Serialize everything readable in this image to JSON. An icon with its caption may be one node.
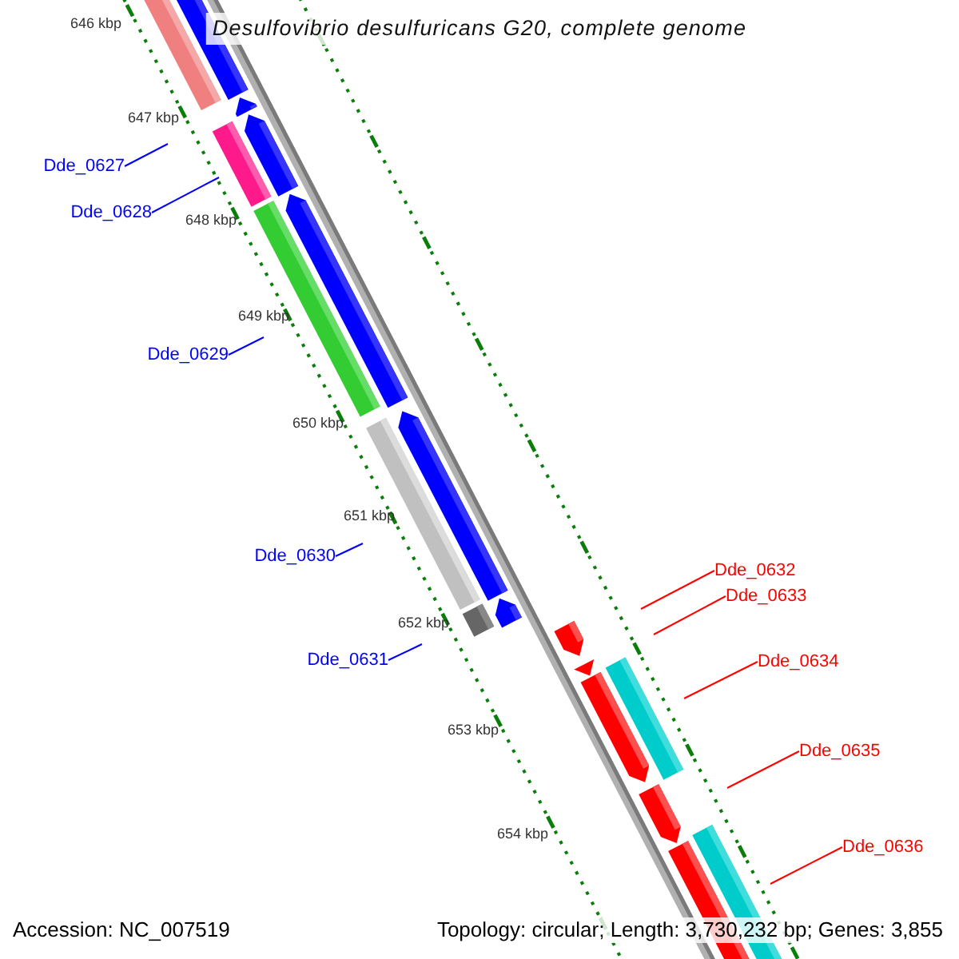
{
  "diagram": {
    "title": "Desulfovibrio desulfuricans G20, complete genome",
    "nodes": [
      {
        "text": [
          "Dde_0627"
        ]
      },
      {
        "text": [
          "Dde_0628"
        ]
      },
      {
        "text": [
          "Dde_0629"
        ]
      },
      {
        "text": [
          "Dde_0630"
        ]
      },
      {
        "text": [
          "Dde_0631"
        ]
      },
      {
        "text": [
          "Dde_0632"
        ]
      },
      {
        "text": [
          "Dde_0633"
        ]
      },
      {
        "text": [
          "Dde_0634"
        ]
      },
      {
        "text": [
          "Dde_0635"
        ]
      },
      {
        "text": [
          "Dde_0636"
        ]
      }
    ],
    "edges": [
      {
        "from": 0,
        "to": null,
        "arrow": "none",
        "color": "#0000ff"
      },
      {
        "from": 1,
        "to": null,
        "arrow": "none",
        "color": "#0000ff"
      },
      {
        "from": 2,
        "to": null,
        "arrow": "none",
        "color": "#0000ff"
      },
      {
        "from": 3,
        "to": null,
        "arrow": "none",
        "color": "#0000ff"
      },
      {
        "from": 4,
        "to": null,
        "arrow": "none",
        "color": "#0000ff"
      },
      {
        "from": 5,
        "to": null,
        "arrow": "none",
        "color": "#ff0000"
      },
      {
        "from": 6,
        "to": null,
        "arrow": "none",
        "color": "#ff0000"
      },
      {
        "from": 7,
        "to": null,
        "arrow": "none",
        "color": "#ff0000"
      },
      {
        "from": 8,
        "to": null,
        "arrow": "none",
        "color": "#ff0000"
      },
      {
        "from": 9,
        "to": null,
        "arrow": "none",
        "color": "#ff0000"
      }
    ],
    "labels": [
      "646 kbp",
      "647 kbp",
      "648 kbp",
      "649 kbp",
      "650 kbp",
      "651 kbp",
      "652 kbp",
      "653 kbp",
      "654 kbp",
      "Accession: NC_007519",
      "Topology: circular; Length: 3,730,232 bp; Genes: 3,855"
    ]
  }
}
